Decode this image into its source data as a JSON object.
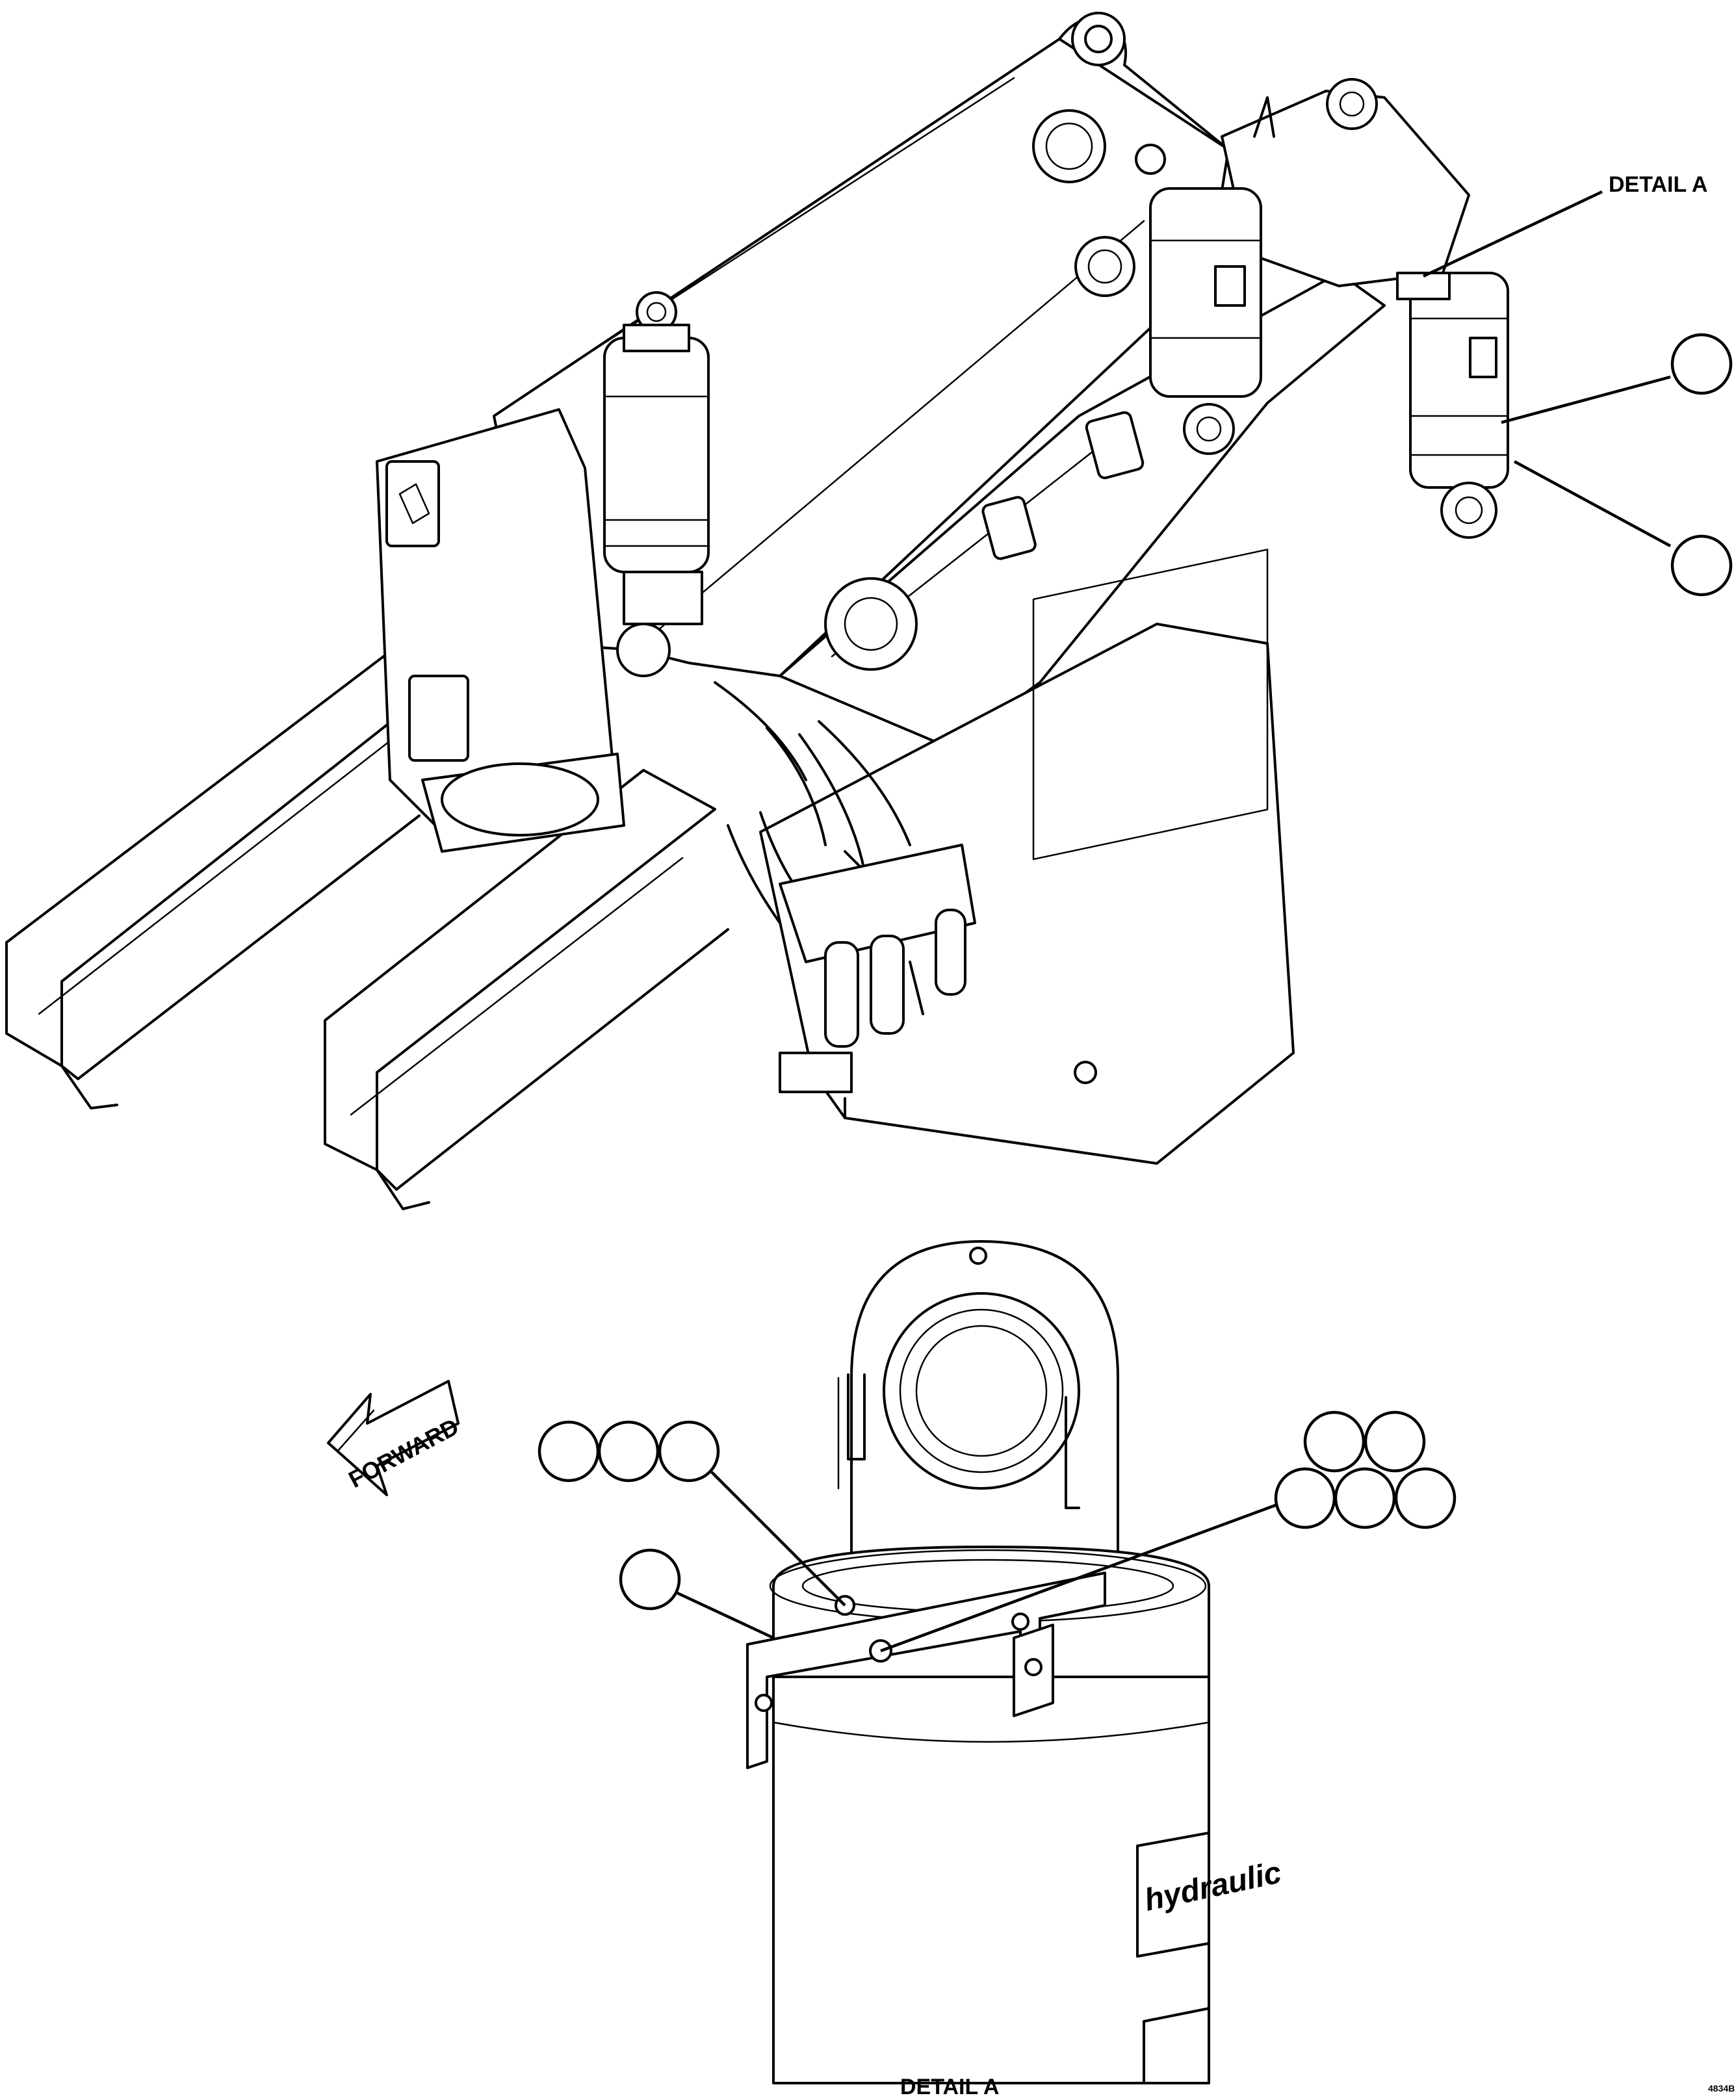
{
  "labels": {
    "detail_callout": "DETAIL A",
    "detail_title": "DETAIL A",
    "forward_arrow": "FORWARD",
    "drawing_number": "4834B"
  },
  "logo_text": "hydraulic",
  "icons": {
    "forward_arrow": "arrow-left-icon",
    "balloon": "circle-callout-icon"
  },
  "colors": {
    "line": "#000000",
    "background": "#ffffff"
  }
}
